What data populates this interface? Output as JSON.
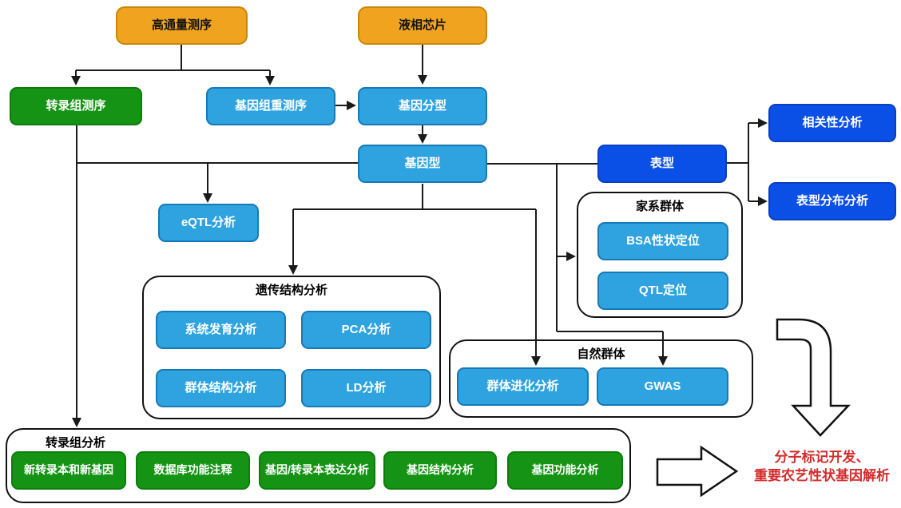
{
  "colors": {
    "orange": "#F0A31F",
    "orange_border": "#C9860A",
    "light_blue": "#2EA3DF",
    "light_blue_border": "#1779B5",
    "dark_blue": "#0B50E6",
    "dark_blue_border": "#0A3FC0",
    "green": "#149314",
    "green_border": "#0B7D0B",
    "red_text": "#D42B2B",
    "line": "#1a1a1a"
  },
  "nodes": [
    {
      "id": "high-throughput-seq",
      "label": "高通量测序",
      "type": "orange"
    },
    {
      "id": "liquid-chip",
      "label": "液相芯片",
      "type": "orange"
    },
    {
      "id": "transcriptome-seq",
      "label": "转录组测序",
      "type": "green"
    },
    {
      "id": "genome-reseq",
      "label": "基因组重测序",
      "type": "blue"
    },
    {
      "id": "genotyping",
      "label": "基因分型",
      "type": "blue"
    },
    {
      "id": "genotype",
      "label": "基因型",
      "type": "blue"
    },
    {
      "id": "phenotype",
      "label": "表型",
      "type": "darkblue"
    },
    {
      "id": "correlation-analysis",
      "label": "相关性分析",
      "type": "darkblue"
    },
    {
      "id": "phenotype-distribution-analysis",
      "label": "表型分布分析",
      "type": "darkblue"
    },
    {
      "id": "eqtl-analysis",
      "label": "eQTL分析",
      "type": "blue"
    },
    {
      "id": "bsa-trait-mapping",
      "label": "BSA性状定位",
      "type": "blue"
    },
    {
      "id": "qtl-mapping",
      "label": "QTL定位",
      "type": "blue"
    },
    {
      "id": "phylogenetic-analysis",
      "label": "系统发育分析",
      "type": "blue"
    },
    {
      "id": "pca-analysis",
      "label": "PCA分析",
      "type": "blue"
    },
    {
      "id": "population-structure-analysis",
      "label": "群体结构分析",
      "type": "blue"
    },
    {
      "id": "ld-analysis",
      "label": "LD分析",
      "type": "blue"
    },
    {
      "id": "population-evolution-analysis",
      "label": "群体进化分析",
      "type": "blue"
    },
    {
      "id": "gwas",
      "label": "GWAS",
      "type": "blue"
    },
    {
      "id": "novel-transcripts-and-genes",
      "label": "新转录本和新基因",
      "type": "green"
    },
    {
      "id": "database-functional-annotation",
      "label": "数据库功能注释",
      "type": "green"
    },
    {
      "id": "gene-transcript-expression-analysis",
      "label": "基因/转录本表达分析",
      "type": "green"
    },
    {
      "id": "gene-structure-analysis",
      "label": "基因结构分析",
      "type": "green"
    },
    {
      "id": "gene-function-analysis",
      "label": "基因功能分析",
      "type": "green"
    }
  ],
  "groups": {
    "family_population": "家系群体",
    "genetic_structure": "遗传结构分析",
    "natural_population": "自然群体",
    "transcriptome_analysis": "转录组分析"
  },
  "result": {
    "line1": "分子标记开发、",
    "line2": "重要农艺性状基因解析"
  }
}
